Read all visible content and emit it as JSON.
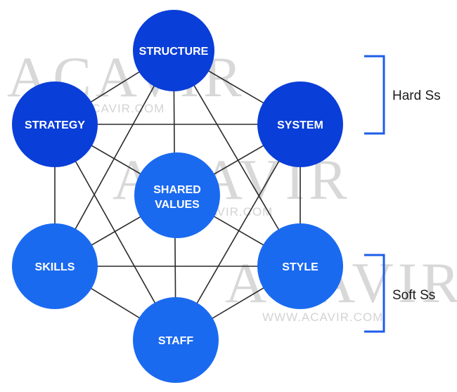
{
  "nodes": {
    "structure": "STRUCTURE",
    "system": "SYSTEM",
    "strategy": "STRATEGY",
    "shared_values_line1": "SHARED",
    "shared_values_line2": "VALUES",
    "skills": "SKILLS",
    "style": "STYLE",
    "staff": "STAFF"
  },
  "groups": {
    "hard": "Hard Ss",
    "soft": "Soft Ss"
  },
  "watermark": {
    "logo_text": "ACAVIR",
    "url_text": "WWW.ACAVIR.COM"
  },
  "colors": {
    "hard_node": "#0a3ed8",
    "soft_node": "#1a6af0",
    "connector": "#2a2a2a",
    "bracket": "#1e5de8"
  }
}
